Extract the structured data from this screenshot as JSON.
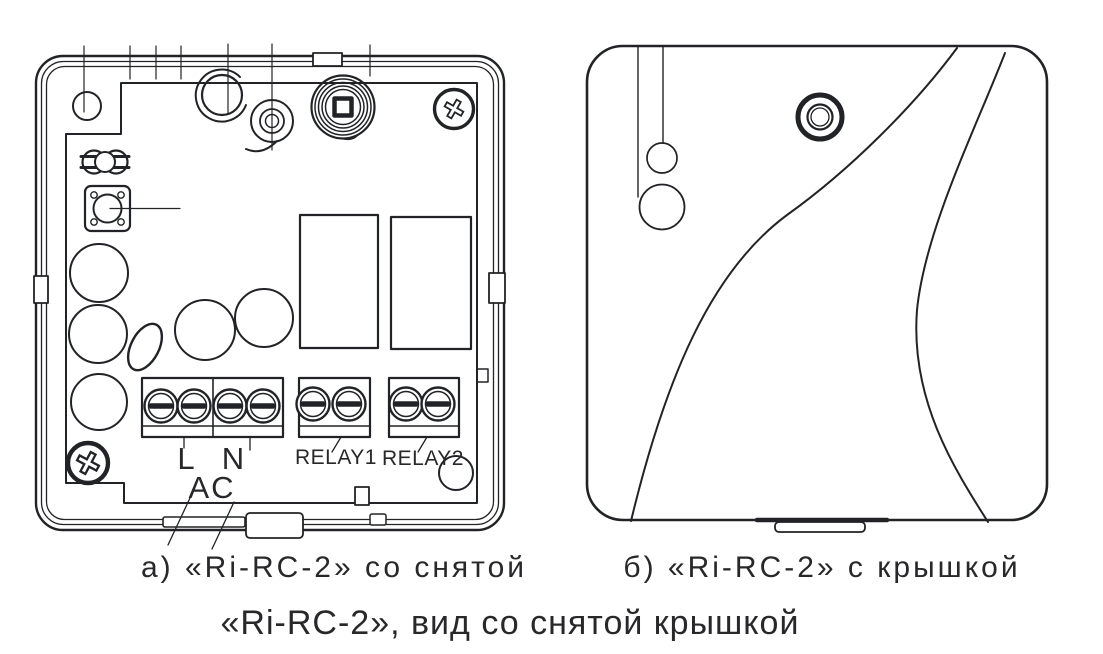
{
  "colors": {
    "line": "#222326",
    "text": "#28282b",
    "background": "#ffffff"
  },
  "figure": {
    "caption_left": "а) «Ri-RC-2» со снятой",
    "caption_right": "б) «Ri-RC-2» с крышкой",
    "title": "«Ri-RC-2», вид со снятой крышкой"
  },
  "device_open": {
    "terminal_labels": {
      "l": "L",
      "n": "N",
      "ac": "AC",
      "relay1": "RELAY1",
      "relay2": "RELAY2"
    }
  }
}
